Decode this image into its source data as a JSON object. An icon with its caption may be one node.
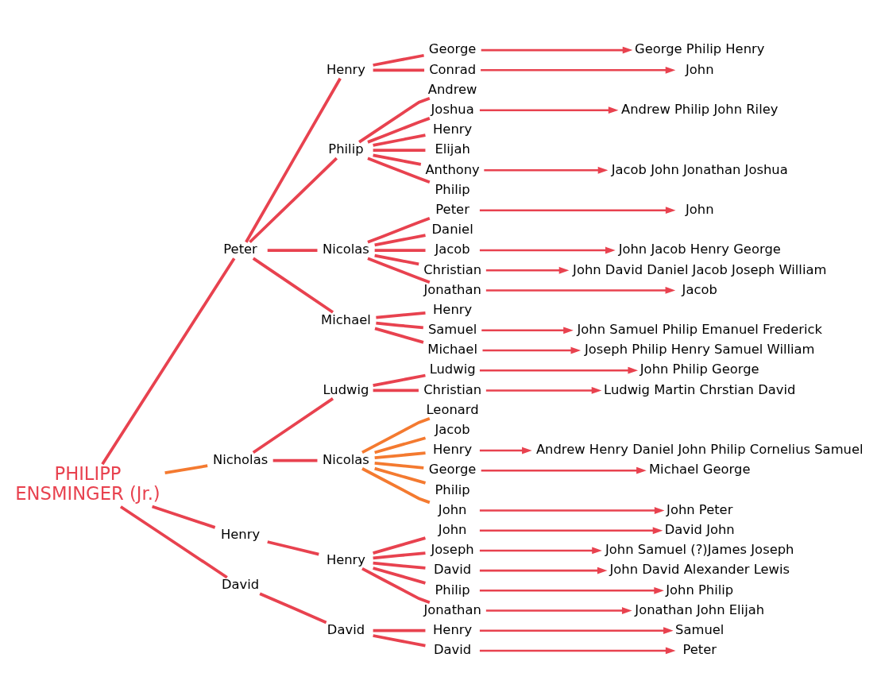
{
  "diagram": {
    "nodes": [
      {
        "text": [
          "PHILIPP",
          "ENSMINGER (Jr.)"
        ]
      },
      {
        "text": [
          "Peter"
        ]
      },
      {
        "text": [
          "Henry"
        ]
      },
      {
        "text": [
          "George"
        ]
      },
      {
        "text": [
          "George Philip Henry"
        ]
      },
      {
        "text": [
          "Conrad"
        ]
      },
      {
        "text": [
          "John"
        ]
      },
      {
        "text": [
          "Philip"
        ]
      },
      {
        "text": [
          "Andrew"
        ]
      },
      {
        "text": [
          "Joshua"
        ]
      },
      {
        "text": [
          "Andrew Philip John Riley"
        ]
      },
      {
        "text": [
          "Henry"
        ]
      },
      {
        "text": [
          "Elijah"
        ]
      },
      {
        "text": [
          "Anthony"
        ]
      },
      {
        "text": [
          "Jacob John Jonathan Joshua"
        ]
      },
      {
        "text": [
          "Philip"
        ]
      },
      {
        "text": [
          "Nicolas"
        ]
      },
      {
        "text": [
          "Peter"
        ]
      },
      {
        "text": [
          "John"
        ]
      },
      {
        "text": [
          "Daniel"
        ]
      },
      {
        "text": [
          "Jacob"
        ]
      },
      {
        "text": [
          "John Jacob Henry George"
        ]
      },
      {
        "text": [
          "Christian"
        ]
      },
      {
        "text": [
          "John David Daniel Jacob Joseph William"
        ]
      },
      {
        "text": [
          "Jonathan"
        ]
      },
      {
        "text": [
          "Jacob"
        ]
      },
      {
        "text": [
          "Michael"
        ]
      },
      {
        "text": [
          "Henry"
        ]
      },
      {
        "text": [
          "Samuel"
        ]
      },
      {
        "text": [
          "John Samuel Philip Emanuel Frederick"
        ]
      },
      {
        "text": [
          "Michael"
        ]
      },
      {
        "text": [
          "Joseph Philip Henry Samuel William"
        ]
      },
      {
        "text": [
          "Nicholas"
        ]
      },
      {
        "text": [
          "Ludwig"
        ]
      },
      {
        "text": [
          "Ludwig"
        ]
      },
      {
        "text": [
          "John Philip George"
        ]
      },
      {
        "text": [
          "Christian"
        ]
      },
      {
        "text": [
          "Ludwig Martin Chrstian David"
        ]
      },
      {
        "text": [
          "Nicolas"
        ]
      },
      {
        "text": [
          "Leonard"
        ]
      },
      {
        "text": [
          "Jacob"
        ]
      },
      {
        "text": [
          "Henry"
        ]
      },
      {
        "text": [
          "Andrew Henry Daniel John Philip Cornelius Samuel"
        ]
      },
      {
        "text": [
          "George"
        ]
      },
      {
        "text": [
          "Michael George"
        ]
      },
      {
        "text": [
          "Philip"
        ]
      },
      {
        "text": [
          "John"
        ]
      },
      {
        "text": [
          "John Peter"
        ]
      },
      {
        "text": [
          "Henry"
        ]
      },
      {
        "text": [
          "Henry"
        ]
      },
      {
        "text": [
          "John"
        ]
      },
      {
        "text": [
          "David John"
        ]
      },
      {
        "text": [
          "Joseph"
        ]
      },
      {
        "text": [
          "John Samuel (?)James Joseph"
        ]
      },
      {
        "text": [
          "David"
        ]
      },
      {
        "text": [
          "John David Alexander Lewis"
        ]
      },
      {
        "text": [
          "Philip"
        ]
      },
      {
        "text": [
          "John Philip"
        ]
      },
      {
        "text": [
          "Jonathan"
        ]
      },
      {
        "text": [
          "Jonathan John Elijah"
        ]
      },
      {
        "text": [
          "David"
        ]
      },
      {
        "text": [
          "David"
        ]
      },
      {
        "text": [
          "Henry"
        ]
      },
      {
        "text": [
          "Samuel"
        ]
      },
      {
        "text": [
          "David"
        ]
      },
      {
        "text": [
          "Peter"
        ]
      }
    ],
    "edges": [
      {
        "from": 0,
        "to": 1,
        "arrow": "none"
      },
      {
        "from": 0,
        "to": 32,
        "arrow": "none",
        "color": "#f47a30"
      },
      {
        "from": 0,
        "to": 48,
        "arrow": "none"
      },
      {
        "from": 0,
        "to": 60,
        "arrow": "none"
      },
      {
        "from": 1,
        "to": 2,
        "arrow": "none"
      },
      {
        "from": 1,
        "to": 7,
        "arrow": "none"
      },
      {
        "from": 1,
        "to": 16,
        "arrow": "none"
      },
      {
        "from": 1,
        "to": 26,
        "arrow": "none"
      },
      {
        "from": 2,
        "to": 3,
        "arrow": "none"
      },
      {
        "from": 2,
        "to": 5,
        "arrow": "none"
      },
      {
        "from": 3,
        "to": 4,
        "arrow": "to"
      },
      {
        "from": 5,
        "to": 6,
        "arrow": "to"
      },
      {
        "from": 7,
        "to": 8,
        "arrow": "none"
      },
      {
        "from": 7,
        "to": 9,
        "arrow": "none"
      },
      {
        "from": 7,
        "to": 11,
        "arrow": "none"
      },
      {
        "from": 7,
        "to": 12,
        "arrow": "none"
      },
      {
        "from": 7,
        "to": 13,
        "arrow": "none"
      },
      {
        "from": 7,
        "to": 15,
        "arrow": "none"
      },
      {
        "from": 9,
        "to": 10,
        "arrow": "to"
      },
      {
        "from": 13,
        "to": 14,
        "arrow": "to"
      },
      {
        "from": 16,
        "to": 17,
        "arrow": "none"
      },
      {
        "from": 16,
        "to": 19,
        "arrow": "none"
      },
      {
        "from": 16,
        "to": 20,
        "arrow": "none"
      },
      {
        "from": 16,
        "to": 22,
        "arrow": "none"
      },
      {
        "from": 16,
        "to": 24,
        "arrow": "none"
      },
      {
        "from": 17,
        "to": 18,
        "arrow": "to"
      },
      {
        "from": 20,
        "to": 21,
        "arrow": "to"
      },
      {
        "from": 22,
        "to": 23,
        "arrow": "to"
      },
      {
        "from": 24,
        "to": 25,
        "arrow": "to"
      },
      {
        "from": 26,
        "to": 27,
        "arrow": "none"
      },
      {
        "from": 26,
        "to": 28,
        "arrow": "none"
      },
      {
        "from": 26,
        "to": 30,
        "arrow": "none"
      },
      {
        "from": 28,
        "to": 29,
        "arrow": "to"
      },
      {
        "from": 30,
        "to": 31,
        "arrow": "to"
      },
      {
        "from": 32,
        "to": 33,
        "arrow": "none"
      },
      {
        "from": 32,
        "to": 38,
        "arrow": "none"
      },
      {
        "from": 33,
        "to": 34,
        "arrow": "none"
      },
      {
        "from": 33,
        "to": 36,
        "arrow": "none"
      },
      {
        "from": 34,
        "to": 35,
        "arrow": "to"
      },
      {
        "from": 36,
        "to": 37,
        "arrow": "to"
      },
      {
        "from": 38,
        "to": 39,
        "arrow": "none",
        "color": "#f47a30"
      },
      {
        "from": 38,
        "to": 40,
        "arrow": "none",
        "color": "#f47a30"
      },
      {
        "from": 38,
        "to": 41,
        "arrow": "none",
        "color": "#f47a30"
      },
      {
        "from": 38,
        "to": 43,
        "arrow": "none",
        "color": "#f47a30"
      },
      {
        "from": 38,
        "to": 45,
        "arrow": "none",
        "color": "#f47a30"
      },
      {
        "from": 38,
        "to": 46,
        "arrow": "none",
        "color": "#f47a30"
      },
      {
        "from": 41,
        "to": 42,
        "arrow": "to"
      },
      {
        "from": 43,
        "to": 44,
        "arrow": "to"
      },
      {
        "from": 46,
        "to": 47,
        "arrow": "to"
      },
      {
        "from": 48,
        "to": 49,
        "arrow": "none"
      },
      {
        "from": 49,
        "to": 50,
        "arrow": "none"
      },
      {
        "from": 49,
        "to": 52,
        "arrow": "none"
      },
      {
        "from": 49,
        "to": 54,
        "arrow": "none"
      },
      {
        "from": 49,
        "to": 56,
        "arrow": "none"
      },
      {
        "from": 49,
        "to": 58,
        "arrow": "none"
      },
      {
        "from": 50,
        "to": 51,
        "arrow": "to"
      },
      {
        "from": 52,
        "to": 53,
        "arrow": "to"
      },
      {
        "from": 54,
        "to": 55,
        "arrow": "to"
      },
      {
        "from": 56,
        "to": 57,
        "arrow": "to"
      },
      {
        "from": 58,
        "to": 59,
        "arrow": "to"
      },
      {
        "from": 60,
        "to": 61,
        "arrow": "none"
      },
      {
        "from": 61,
        "to": 62,
        "arrow": "none"
      },
      {
        "from": 61,
        "to": 64,
        "arrow": "none"
      },
      {
        "from": 62,
        "to": 63,
        "arrow": "to"
      },
      {
        "from": 64,
        "to": 65,
        "arrow": "to"
      }
    ]
  }
}
